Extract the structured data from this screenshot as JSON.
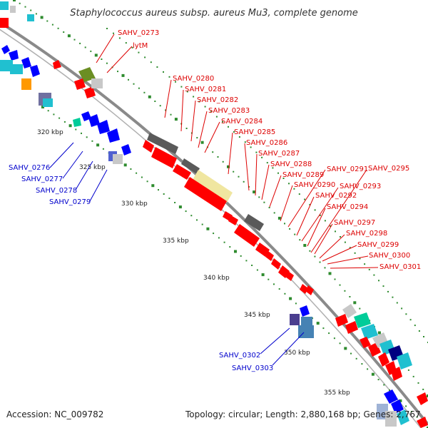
{
  "title": "Staphylococcus aureus subsp. aureus Mu3, complete genome",
  "footer": {
    "accession": "Accession: NC_009782",
    "topology": "Topology: circular; Length: 2,880,168 bp; Genes: 2,767"
  },
  "scale_labels": [
    "320 kbp",
    "325 kbp",
    "330 kbp",
    "335 kbp",
    "340 kbp",
    "345 kbp",
    "350 kbp",
    "355 kbp"
  ],
  "labels_red": [
    "SAHV_0273",
    "lytM",
    "SAHV_0280",
    "SAHV_0281",
    "SAHV_0282",
    "SAHV_0283",
    "SAHV_0284",
    "SAHV_0285",
    "SAHV_0286",
    "SAHV_0287",
    "SAHV_0288",
    "SAHV_0289",
    "SAHV_0290",
    "SAHV_0291",
    "SAHV_0292",
    "SAHV_0293",
    "SAHV_0294",
    "SAHV_0295",
    "SAHV_0297",
    "SAHV_0298",
    "SAHV_0299",
    "SAHV_0300",
    "SAHV_0301"
  ],
  "labels_blue": [
    "SAHV_0276",
    "SAHV_0277",
    "SAHV_0278",
    "SAHV_0279",
    "SAHV_0302",
    "SAHV_0303"
  ],
  "colors": {
    "backbone": "#8a8a8a",
    "tick_dots": "#2e8b2e",
    "label_red": "#dd0000",
    "label_blue": "#0000cc",
    "gene_red": "#ff0000",
    "gene_blue": "#0000ff",
    "gene_gray": "#6a6a6a",
    "gene_light_gray": "#c8c8c8",
    "gene_cyan": "#20c0d0",
    "gene_khaki": "#f0e6a0",
    "gene_olive": "#6b8e23",
    "gene_orange": "#ff9900",
    "gene_navy": "#000080",
    "gene_teal": "#00cc99",
    "gene_steel": "#4682b4"
  }
}
